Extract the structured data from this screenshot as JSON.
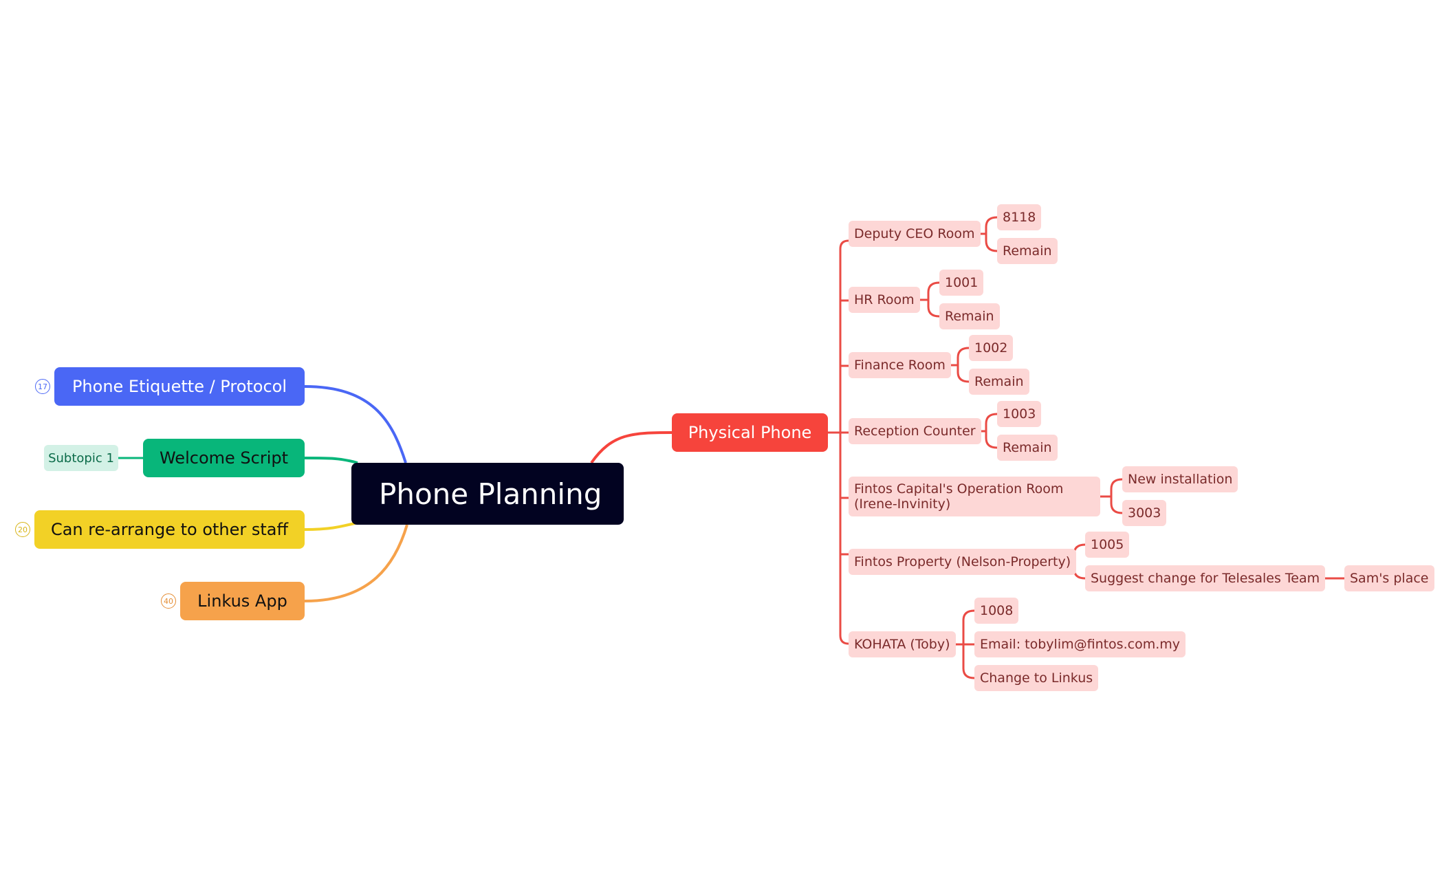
{
  "central": "Phone Planning",
  "main_topics": [
    {
      "label": "Phone Etiquette / Protocol",
      "badge": "17",
      "color": "#4a67f5"
    },
    {
      "label": "Welcome Script",
      "color": "#08b67a",
      "subtopic": "Subtopic 1"
    },
    {
      "label": "Can re-arrange to other staff",
      "badge": "20",
      "color": "#f2d126"
    },
    {
      "label": "Linkus App",
      "badge": "40",
      "color": "#f6a24b"
    },
    {
      "label": "Physical Phone",
      "color": "#f6443c"
    }
  ],
  "physical_phone": [
    {
      "label": "Deputy CEO Room",
      "children": [
        "8118",
        "Remain"
      ]
    },
    {
      "label": "HR Room",
      "children": [
        "1001",
        "Remain"
      ]
    },
    {
      "label": "Finance Room",
      "children": [
        "1002",
        "Remain"
      ]
    },
    {
      "label": "Reception Counter",
      "children": [
        "1003",
        "Remain"
      ]
    },
    {
      "label": "Fintos Capital's Operation Room (Irene-Invinity)",
      "children": [
        "New installation",
        "3003"
      ]
    },
    {
      "label": "Fintos Property (Nelson-Property)",
      "children": [
        "1005",
        "Suggest change for Telesales Team"
      ],
      "grandchild": "Sam's place"
    },
    {
      "label": "KOHATA (Toby)",
      "children": [
        "1008",
        "Email: tobylim@fintos.com.my",
        "Change to Linkus"
      ]
    }
  ],
  "colors": {
    "central_bg": "#020321",
    "leaf_bg": "#fdd7d6",
    "leaf_line": "#ea4b45"
  }
}
